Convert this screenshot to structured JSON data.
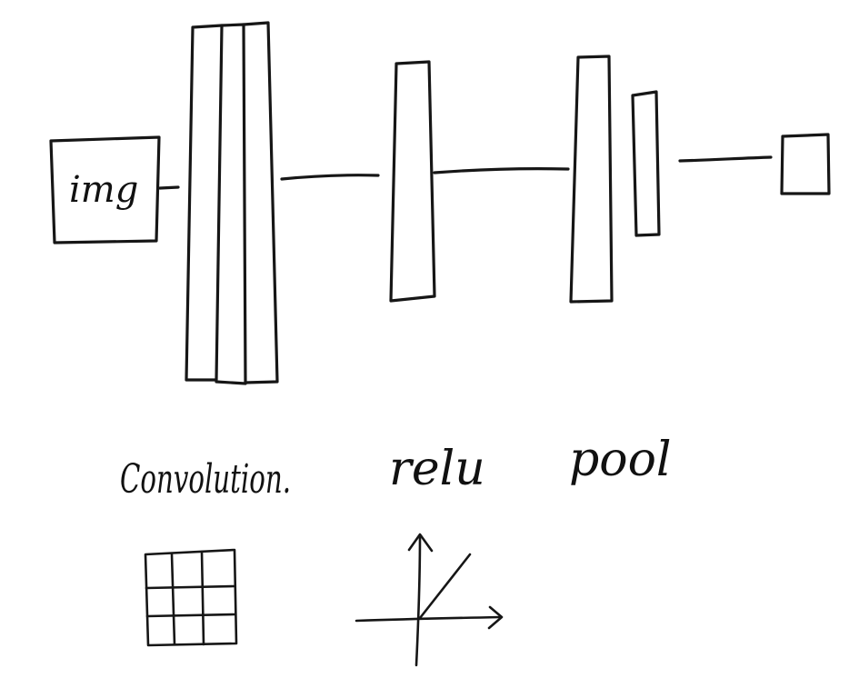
{
  "diagram": {
    "input_label": "img",
    "stage_labels": {
      "convolution": "Convolution.",
      "relu": "relu",
      "pool": "pool"
    },
    "icons": {
      "convolution": "3x3-grid-kernel-icon",
      "relu": "relu-graph-icon"
    },
    "ink_color": "#161616",
    "background_color": "#ffffff"
  }
}
